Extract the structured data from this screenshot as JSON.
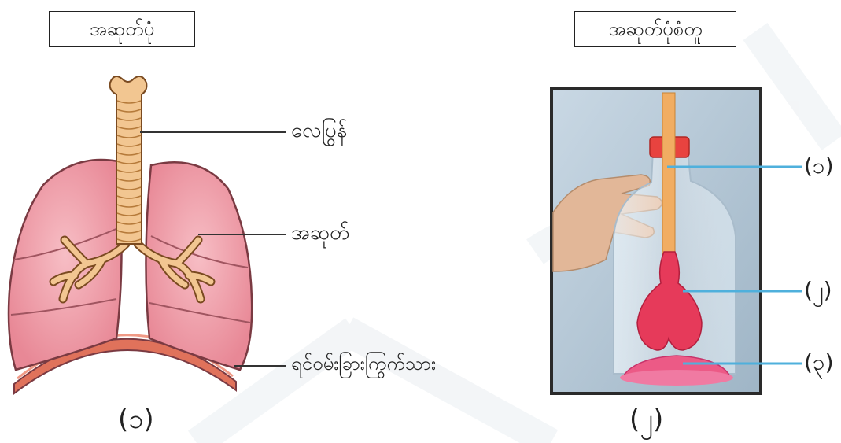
{
  "panels": {
    "left": {
      "title": "အဆုတ်ပုံ",
      "caption": "(၁)",
      "labels": {
        "trachea": "လေပြွန်",
        "lung": "အဆုတ်",
        "diaphragm": "ရင်ဝမ်းခြားကြွက်သား"
      }
    },
    "right": {
      "title": "အဆုတ်ပုံစံတူ",
      "caption": "(၂)",
      "labels": {
        "straw": "(၁)",
        "balloon": "(၂)",
        "membrane": "(၃)"
      }
    }
  },
  "colors": {
    "lung_fill": "#f0a2ad",
    "lung_stroke": "#7a3a42",
    "trachea_fill": "#f2c691",
    "diaphragm_fill": "#e0725b",
    "pointer_blue": "#4fb0dc",
    "balloon_red": "#e63a5a"
  }
}
